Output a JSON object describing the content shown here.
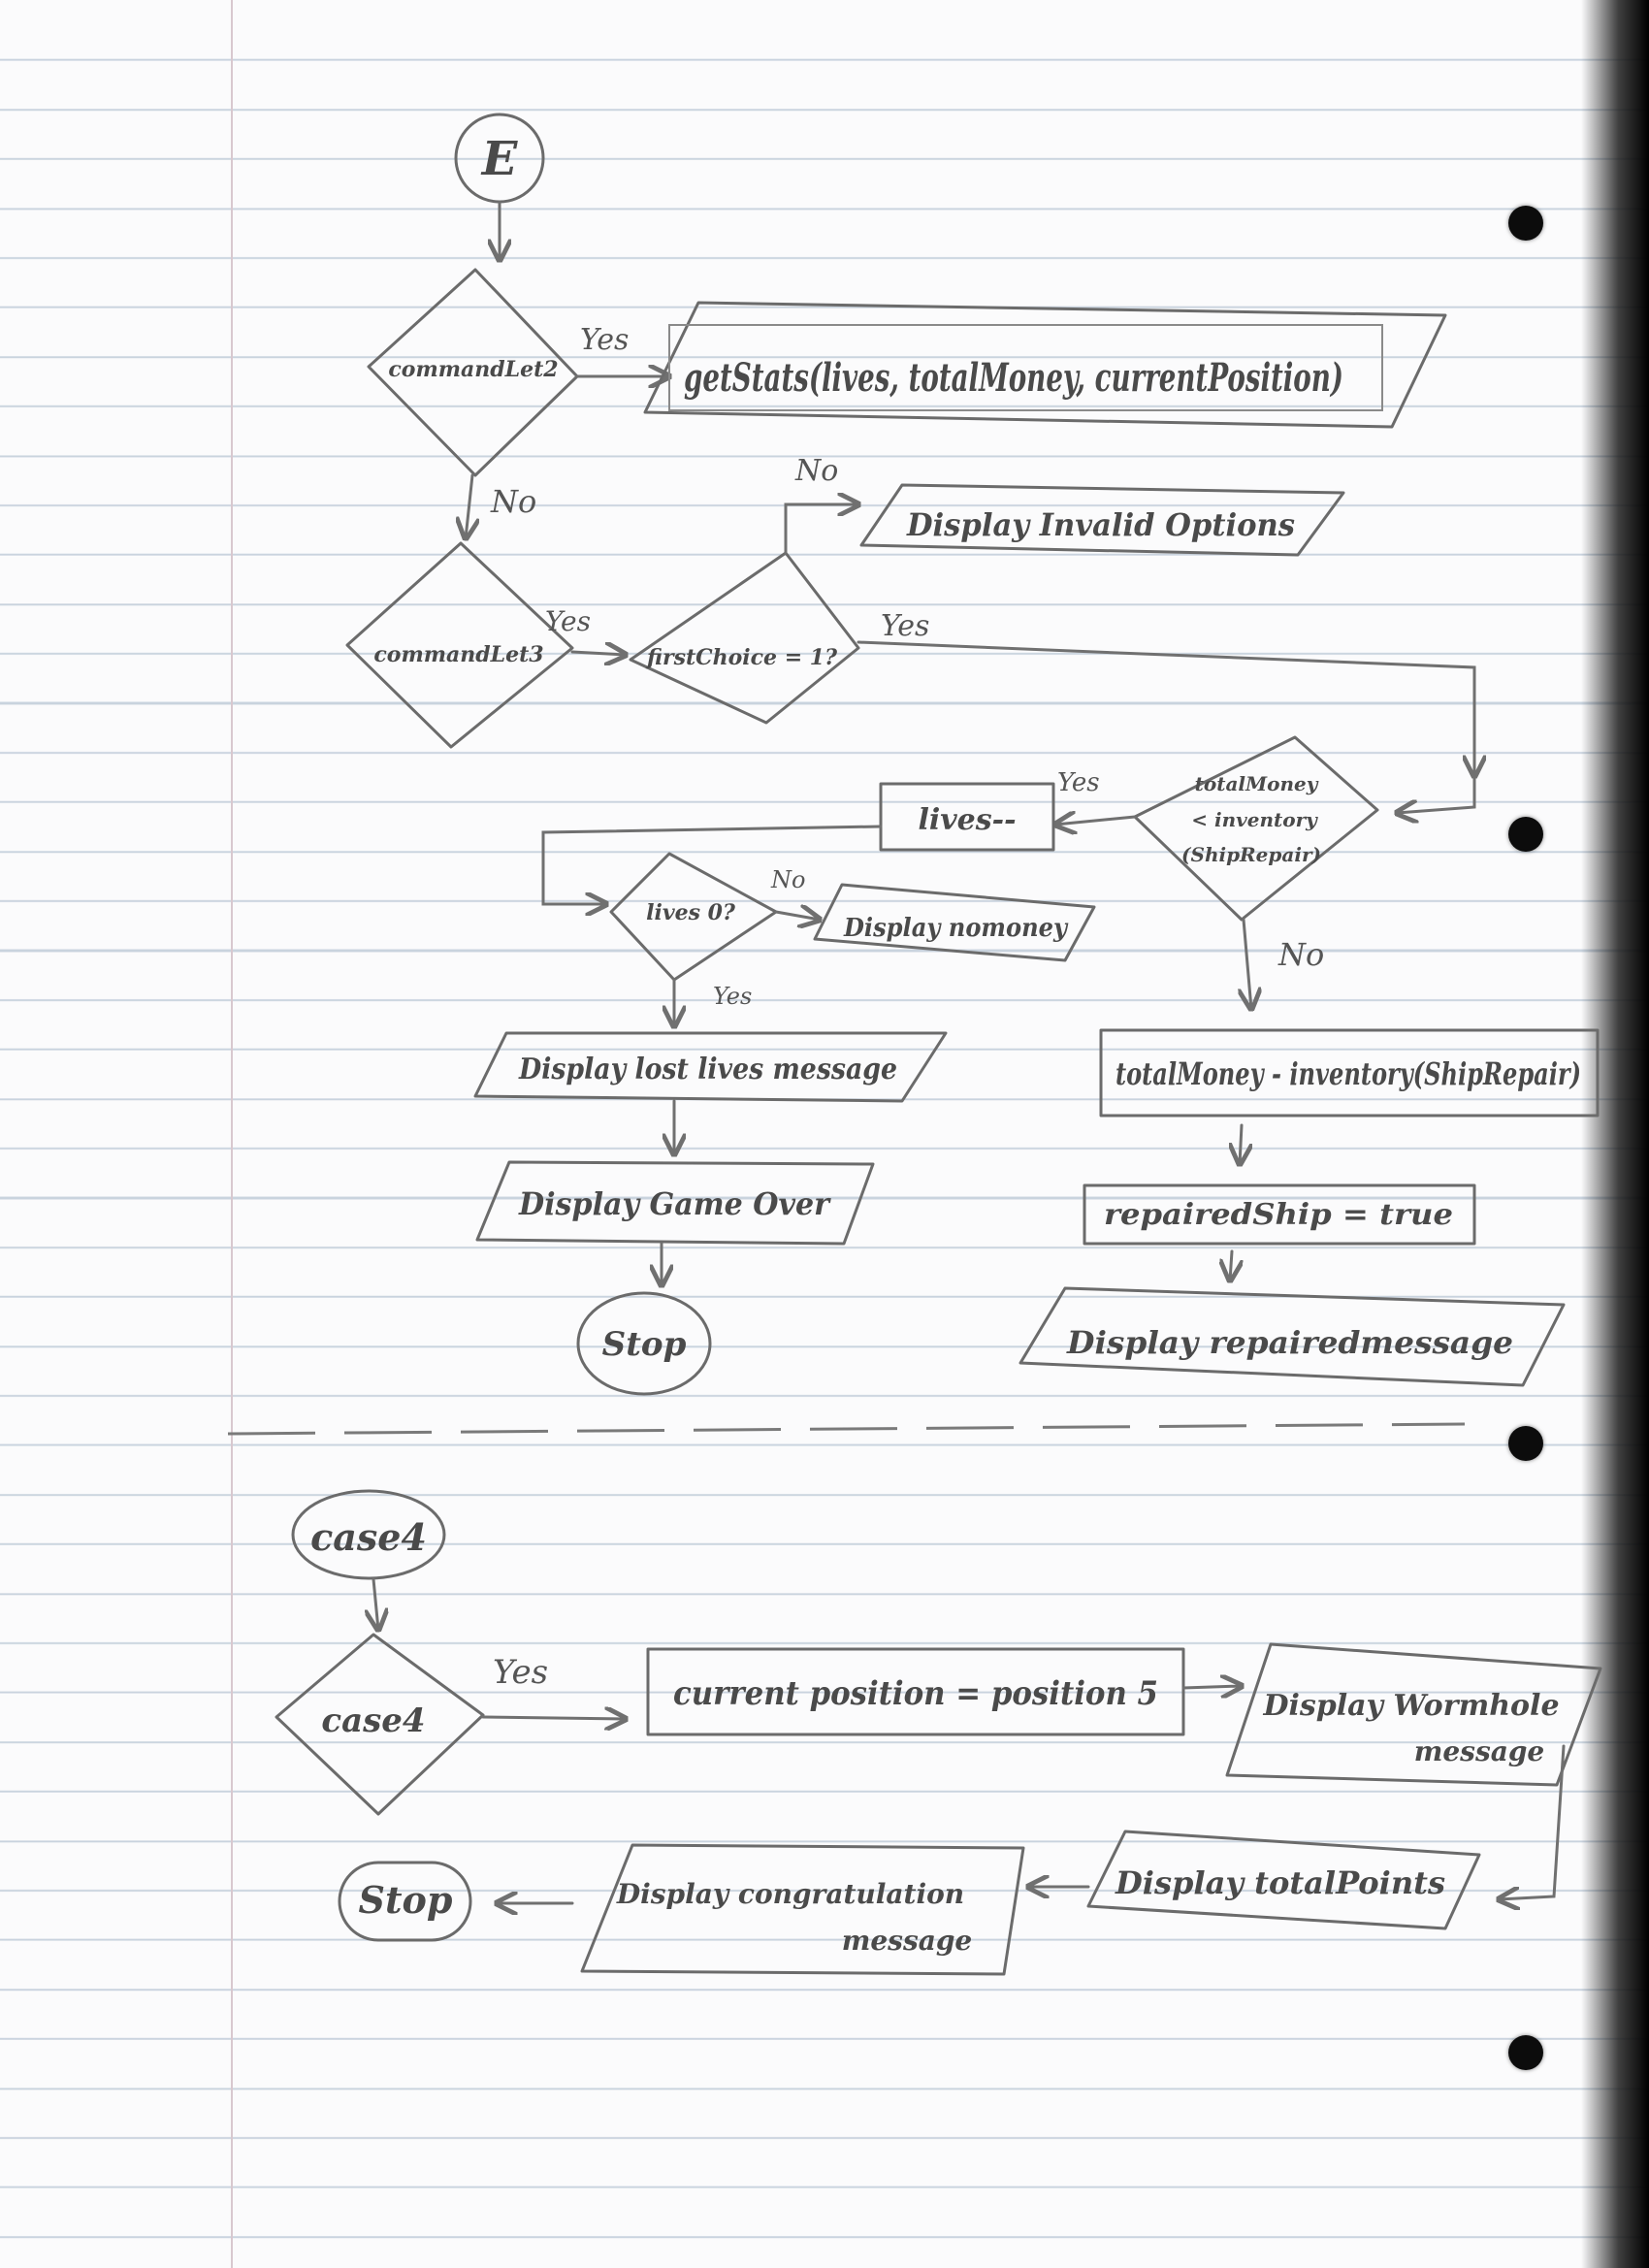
{
  "section_top": {
    "connector": "E",
    "decision_1": "commandLet2",
    "process_getstats": "getStats(lives, totalMoney, currentPosition)",
    "decision_2": "commandLet3",
    "output_invalid": "Display Invalid Options",
    "decision_choice": "firstChoice = 1?",
    "decision_money": [
      "totalMoney",
      "< inventory",
      "(ShipRepair)"
    ],
    "process_lives": "lives--",
    "decision_lives": "lives 0?",
    "output_no_money": "Display nomoney",
    "output_lost_lives": "Display lost lives message",
    "output_game_over": "Display Game Over",
    "terminal_stop": "Stop",
    "process_subtract": "totalMoney - inventory(ShipRepair)",
    "process_repaired": "repairedShip = true",
    "output_repaired": "Display repairedmessage"
  },
  "section_bottom": {
    "start": "case4",
    "decision": "case4",
    "process_position": "current position = position 5",
    "output_wormhole": [
      "Display Wormhole",
      "message"
    ],
    "output_points": "Display totalPoints",
    "output_congrats": [
      "Display congratulation",
      "message"
    ],
    "terminal_stop": "Stop"
  },
  "labels": {
    "yes": "Yes",
    "no": "No"
  }
}
